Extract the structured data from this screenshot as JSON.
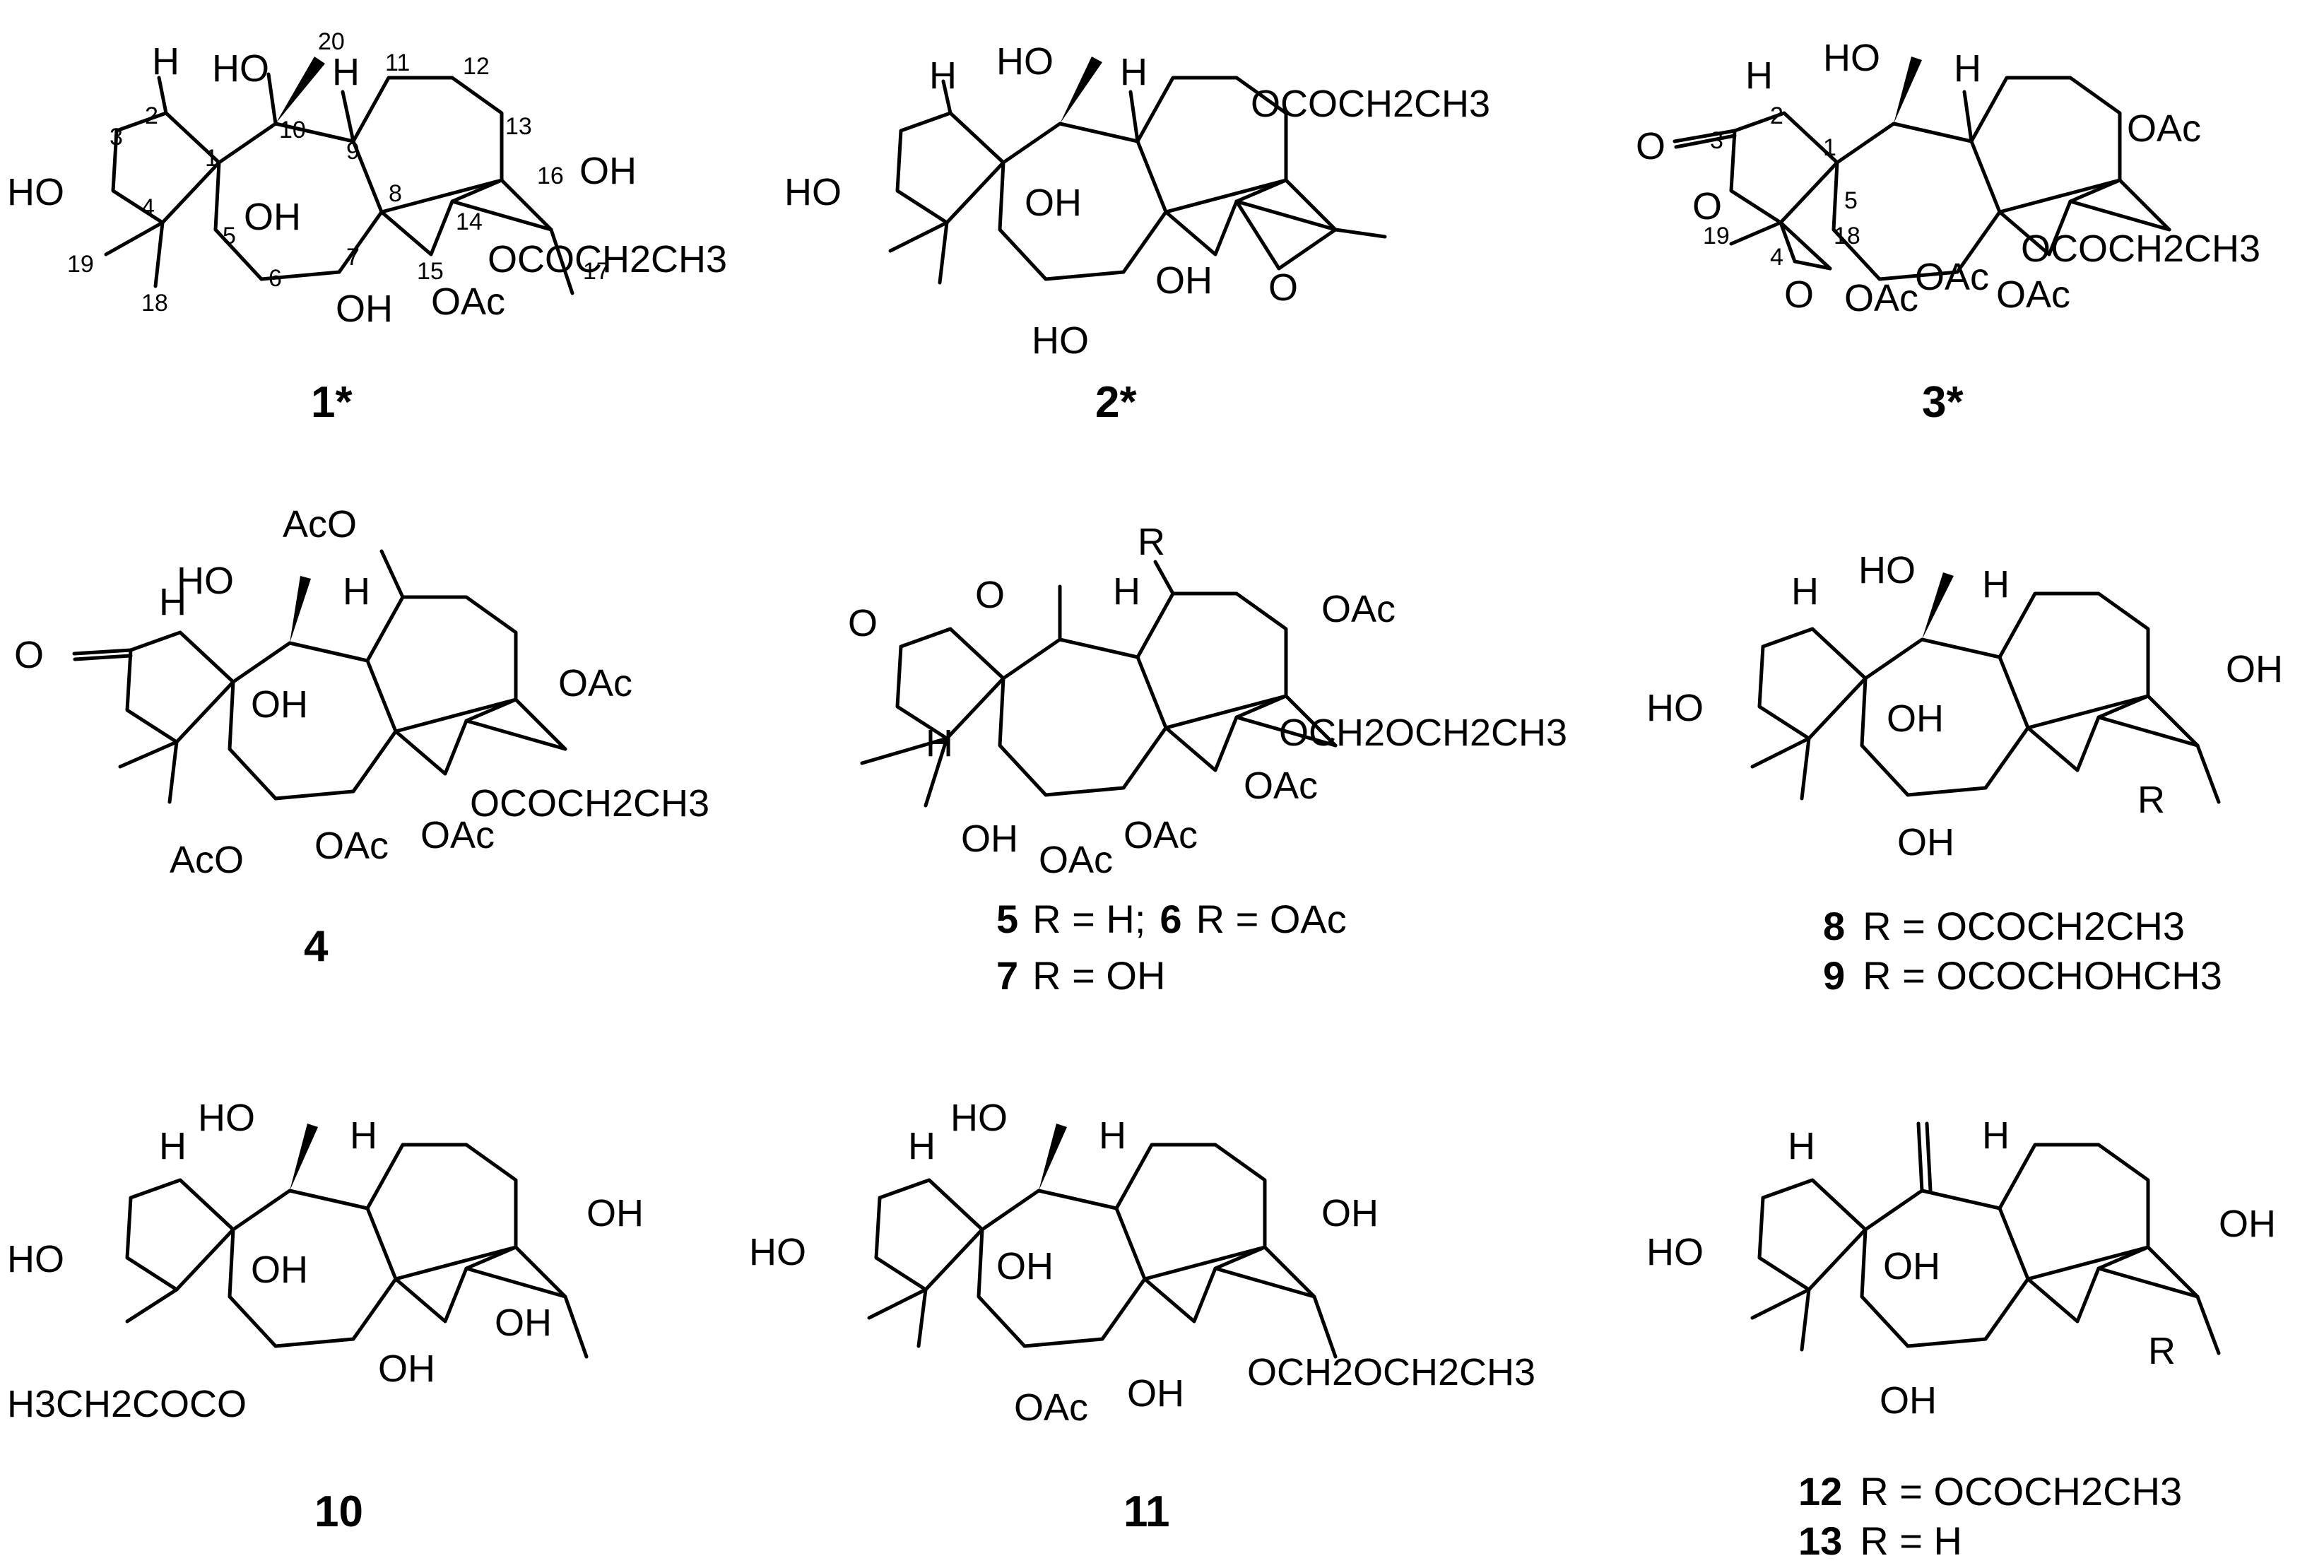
{
  "compounds": [
    {
      "id": "1",
      "caption": "1*",
      "atoms": {
        "ho10": "HO",
        "h1": "H",
        "h9": "H",
        "ho3": "HO",
        "oh5": "OH",
        "oh16": "OH",
        "oh7": "OH",
        "oac15": "OAc",
        "ester14": "OCOCH2CH3"
      },
      "numbering": [
        "20",
        "11",
        "12",
        "13",
        "16",
        "10",
        "9",
        "2",
        "1",
        "3",
        "4",
        "5",
        "8",
        "14",
        "7",
        "6",
        "15",
        "17",
        "19",
        "18"
      ]
    },
    {
      "id": "2",
      "caption": "2*",
      "atoms": {
        "ho10": "HO",
        "h1": "H",
        "h9": "H",
        "ho3": "HO",
        "oh5": "OH",
        "ester": "OCOCH2CH3",
        "ho6": "HO",
        "oh7": "OH",
        "epox_o": "O"
      }
    },
    {
      "id": "3",
      "caption": "3*",
      "atoms": {
        "ho10": "HO",
        "h1": "H",
        "h9": "H",
        "carbonyl_o": "O",
        "lactone_o": "O",
        "epox_o": "O",
        "oac16": "OAc",
        "ester": "OCOCH2CH3",
        "oac6": "OAc",
        "oac7": "OAc",
        "oac15": "OAc"
      },
      "numbering": [
        "2",
        "3",
        "1",
        "5",
        "4",
        "18",
        "19"
      ]
    },
    {
      "id": "4",
      "caption": "4",
      "atoms": {
        "aco11": "AcO",
        "ho10": "HO",
        "h1": "H",
        "h9": "H",
        "ketone_o": "O",
        "oh5": "OH",
        "oac16": "OAc",
        "ester": "OCOCH2CH3",
        "aco6": "AcO",
        "oac7": "OAc",
        "oac15": "OAc"
      }
    },
    {
      "id": "5-7",
      "caption": "",
      "atoms": {
        "r": "R",
        "carbonyl_o": "O",
        "ring_o": "O",
        "h9": "H",
        "h1": "H",
        "oac16": "OAc",
        "ether": "OCH2OCH2CH3",
        "oac15": "OAc",
        "oh5": "OH",
        "oac6": "OAc",
        "oac7": "OAc"
      },
      "r_definitions": [
        {
          "label": "5",
          "text": "R = H;"
        },
        {
          "label": "6",
          "text": "R = OAc"
        },
        {
          "label": "7",
          "text": "R = OH"
        }
      ]
    },
    {
      "id": "8-9",
      "caption": "",
      "atoms": {
        "ho10": "HO",
        "h1": "H",
        "h9": "H",
        "ho3": "HO",
        "oh5": "OH",
        "oh16": "OH",
        "r": "R",
        "oh6": "OH"
      },
      "r_definitions": [
        {
          "label": "8",
          "text": "R = OCOCH2CH3"
        },
        {
          "label": "9",
          "text": "R = OCOCHOHCH3"
        }
      ]
    },
    {
      "id": "10",
      "caption": "10",
      "atoms": {
        "ho10": "HO",
        "h1": "H",
        "h9": "H",
        "ho3": "HO",
        "oh5": "OH",
        "oh16": "OH",
        "oh14": "OH",
        "oh7": "OH",
        "ester6": "H3CH2COCO"
      }
    },
    {
      "id": "11",
      "caption": "11",
      "atoms": {
        "ho10": "HO",
        "h1": "H",
        "h9": "H",
        "ho3": "HO",
        "oh5": "OH",
        "oh16": "OH",
        "ether": "OCH2OCH2CH3",
        "oac6": "OAc",
        "oh7": "OH"
      }
    },
    {
      "id": "12-13",
      "caption": "",
      "atoms": {
        "h1": "H",
        "h9": "H",
        "ho3": "HO",
        "oh5": "OH",
        "oh16": "OH",
        "r": "R",
        "oh6": "OH"
      },
      "r_definitions": [
        {
          "label": "12",
          "text": "R = OCOCH2CH3"
        },
        {
          "label": "13",
          "text": "R = H"
        }
      ]
    }
  ]
}
